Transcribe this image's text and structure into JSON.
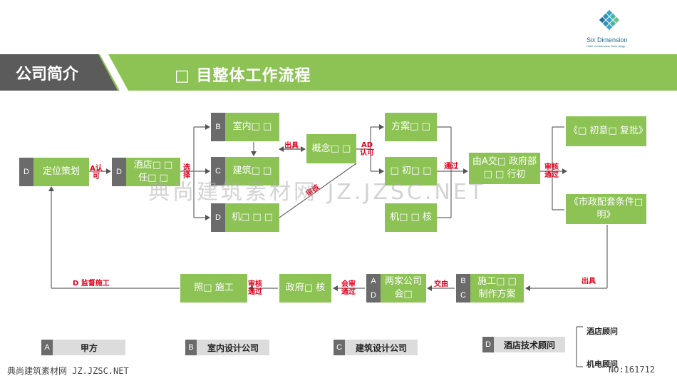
{
  "header": {
    "section_title": "公司简介",
    "title": "□ 目整体工作流程"
  },
  "logo": {
    "name": "Six Dimension",
    "tagline": "Hotel Construction Technology"
  },
  "nodes": {
    "positioning": {
      "tag": "D",
      "label": "定位策划"
    },
    "hotel_appoint": {
      "tag": "D",
      "label": "酒店□ □ 任□ □"
    },
    "interior": {
      "tag": "B",
      "label": "室内□ □"
    },
    "architecture": {
      "tag": "C",
      "label": "建筑□ □"
    },
    "mechanical": {
      "tag": "D",
      "label": "机□ □ □"
    },
    "concept": {
      "label": "概念□ □"
    },
    "scheme": {
      "label": "方案□ □"
    },
    "preliminary": {
      "label": "□ 初□ □"
    },
    "mech_review": {
      "label": "机□ □ 核"
    },
    "gov_submit": {
      "label": "由A交□ 政府部□ □ 行初"
    },
    "opinion": {
      "label": "《□ 初意□ 复批》"
    },
    "municipal": {
      "label": "《市政配套条件□ 明》"
    },
    "construction_plan": {
      "tags": [
        "B",
        "C"
      ],
      "label": "施工□ □ 制作方案"
    },
    "two_meeting": {
      "tags": [
        "A",
        "D"
      ],
      "label": "两家公司会□"
    },
    "gov_review": {
      "label": "政府□ 核"
    },
    "construct": {
      "label": "照□ 施工"
    }
  },
  "edge_labels": {
    "approve_a": "A认可",
    "select": "选择",
    "issue_top": "出具",
    "review": "审核",
    "ad_approve": "AD认可",
    "pass": "通过",
    "review_pass_right": "审核通过",
    "issue_bottom": "出具",
    "handover": "交由",
    "joint_review_pass": "会审通过",
    "review_pass_bottom": "审核通过",
    "supervise": "D 监督施工"
  },
  "legend": [
    {
      "letter": "A",
      "label": "甲方"
    },
    {
      "letter": "B",
      "label": "室内设计公司"
    },
    {
      "letter": "C",
      "label": "建筑设计公司"
    },
    {
      "letter": "D",
      "label": "酒店技术顾问"
    }
  ],
  "legend_sub": [
    "酒店顾问",
    "机电顾问"
  ],
  "watermarks": {
    "big": "典尚建筑素材网 JZ.JZSC.NET",
    "small": "典尚建筑素材网 JZ.JZSC.NET",
    "id": "NO:161712"
  },
  "colors": {
    "green": "#8dc255",
    "dark_gray": "#5b5b5b",
    "tag_gray": "#6b6b6b",
    "red": "#e3001b"
  }
}
